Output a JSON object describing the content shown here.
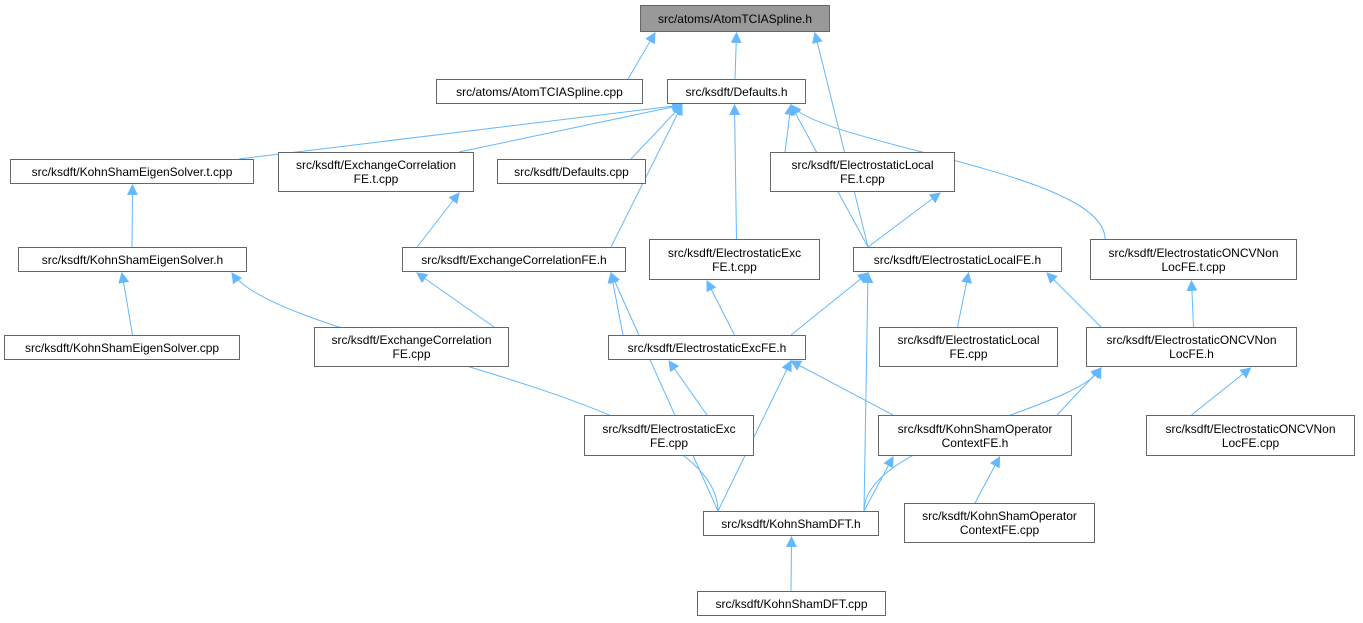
{
  "title": "src/atoms/AtomTCIASpline.h",
  "colors": {
    "edge": "#63b8ff",
    "root_fill": "#999999",
    "node_border": "#666666"
  },
  "nodes": [
    {
      "lines": [
        "src/atoms/AtomTCIASpline.h"
      ],
      "root": true
    },
    {
      "lines": [
        "src/atoms/AtomTCIASpline.cpp"
      ]
    },
    {
      "lines": [
        "src/ksdft/Defaults.h"
      ]
    },
    {
      "lines": [
        "src/ksdft/KohnShamEigenSolver.t.cpp"
      ]
    },
    {
      "lines": [
        "src/ksdft/ExchangeCorrelation",
        "FE.t.cpp"
      ]
    },
    {
      "lines": [
        "src/ksdft/Defaults.cpp"
      ]
    },
    {
      "lines": [
        "src/ksdft/ElectrostaticLocal",
        "FE.t.cpp"
      ]
    },
    {
      "lines": [
        "src/ksdft/KohnShamEigenSolver.h"
      ]
    },
    {
      "lines": [
        "src/ksdft/ExchangeCorrelationFE.h"
      ]
    },
    {
      "lines": [
        "src/ksdft/ElectrostaticExc",
        "FE.t.cpp"
      ]
    },
    {
      "lines": [
        "src/ksdft/ElectrostaticLocalFE.h"
      ]
    },
    {
      "lines": [
        "src/ksdft/ElectrostaticONCVNon",
        "LocFE.t.cpp"
      ]
    },
    {
      "lines": [
        "src/ksdft/KohnShamEigenSolver.cpp"
      ]
    },
    {
      "lines": [
        "src/ksdft/ExchangeCorrelation",
        "FE.cpp"
      ]
    },
    {
      "lines": [
        "src/ksdft/ElectrostaticExcFE.h"
      ]
    },
    {
      "lines": [
        "src/ksdft/ElectrostaticLocal",
        "FE.cpp"
      ]
    },
    {
      "lines": [
        "src/ksdft/ElectrostaticONCVNon",
        "LocFE.h"
      ]
    },
    {
      "lines": [
        "src/ksdft/ElectrostaticExc",
        "FE.cpp"
      ]
    },
    {
      "lines": [
        "src/ksdft/KohnShamOperator",
        "ContextFE.h"
      ]
    },
    {
      "lines": [
        "src/ksdft/ElectrostaticONCVNon",
        "LocFE.cpp"
      ]
    },
    {
      "lines": [
        "src/ksdft/KohnShamDFT.h"
      ]
    },
    {
      "lines": [
        "src/ksdft/KohnShamOperator",
        "ContextFE.cpp"
      ]
    },
    {
      "lines": [
        "src/ksdft/KohnShamDFT.cpp"
      ]
    }
  ],
  "edges": [
    [
      1,
      0
    ],
    [
      2,
      0
    ],
    [
      10,
      0
    ],
    [
      3,
      2
    ],
    [
      4,
      2
    ],
    [
      5,
      2
    ],
    [
      8,
      2
    ],
    [
      9,
      2
    ],
    [
      6,
      2
    ],
    [
      10,
      2
    ],
    [
      11,
      2
    ],
    [
      7,
      3
    ],
    [
      8,
      4
    ],
    [
      10,
      6
    ],
    [
      12,
      7
    ],
    [
      20,
      7
    ],
    [
      13,
      8
    ],
    [
      14,
      8
    ],
    [
      20,
      8
    ],
    [
      14,
      9
    ],
    [
      14,
      10
    ],
    [
      20,
      10
    ],
    [
      15,
      10
    ],
    [
      16,
      10
    ],
    [
      16,
      11
    ],
    [
      17,
      14
    ],
    [
      18,
      14
    ],
    [
      20,
      14
    ],
    [
      18,
      16
    ],
    [
      19,
      16
    ],
    [
      20,
      16
    ],
    [
      20,
      18
    ],
    [
      21,
      18
    ],
    [
      22,
      20
    ]
  ]
}
